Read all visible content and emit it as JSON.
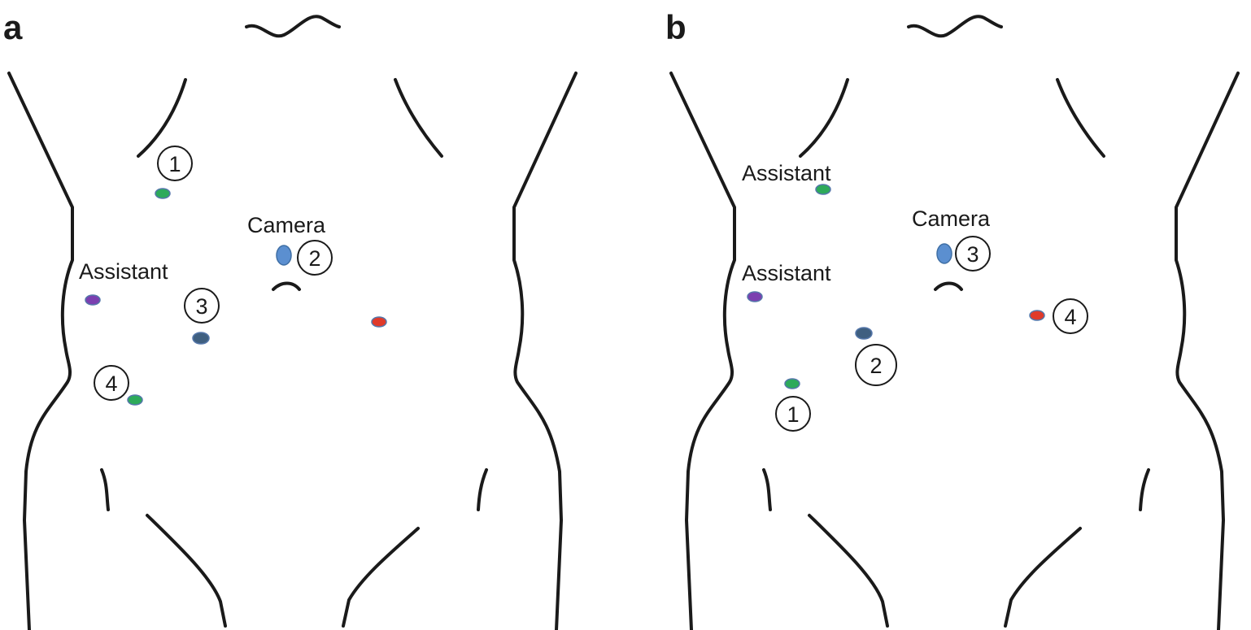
{
  "panels": [
    {
      "letter": "a",
      "labels": {
        "camera": "Camera",
        "assistant": "Assistant"
      },
      "ports": [
        "1",
        "2",
        "3",
        "4"
      ]
    },
    {
      "letter": "b",
      "labels": {
        "camera": "Camera",
        "assistant_upper": "Assistant",
        "assistant_lower": "Assistant"
      },
      "ports": [
        "1",
        "2",
        "3",
        "4"
      ]
    }
  ],
  "colors": {
    "green": "#2daa5a",
    "camera_blue": "#5b8fd0",
    "purple": "#7b3fb0",
    "slate": "#3f5f80",
    "red": "#e03a2a",
    "port_border": "#5577aa"
  }
}
